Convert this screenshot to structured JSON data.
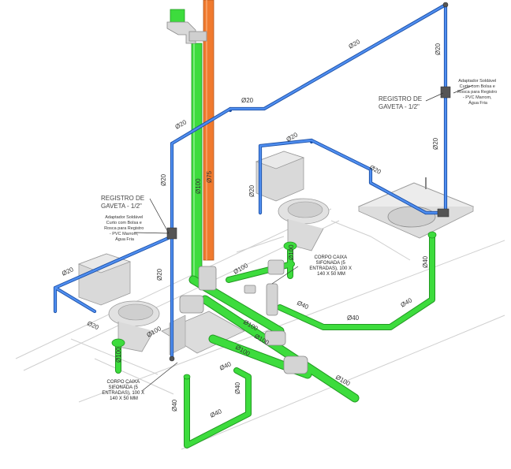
{
  "colors": {
    "cold_water": "#2f6fd6",
    "sewer": "#3ddc3d",
    "vent": "#f07a2e",
    "fixture": "#d7d7d7",
    "line": "#555555"
  },
  "labels": {
    "registro_top": [
      "REGISTRO DE",
      "GAVETA - 1/2\""
    ],
    "registro_left": [
      "REGISTRO DE",
      "GAVETA - 1/2\""
    ],
    "adaptador_top": [
      "Adaptador Soldável",
      "Curto com Bolsa e",
      "Rosca para Registro",
      "- PVC Marrom,",
      "Água Fria"
    ],
    "adaptador_left": [
      "Adaptador Soldável",
      "Curto com Bolsa e",
      "Rosca para Registro",
      "- PVC Marrom,",
      "Água Fria"
    ],
    "corpo_right": [
      "CORPO CAIXA",
      "SIFONADA (5",
      "ENTRADAS), 100 X",
      "140 X 50 MM"
    ],
    "corpo_left": [
      "CORPO CAIXA",
      "SIFONADA (5",
      "ENTRADAS), 100 X",
      "140 X 50 MM"
    ]
  },
  "dims": {
    "d20": "Ø20",
    "d40": "Ø40",
    "d75": "Ø75",
    "d100": "Ø100"
  }
}
